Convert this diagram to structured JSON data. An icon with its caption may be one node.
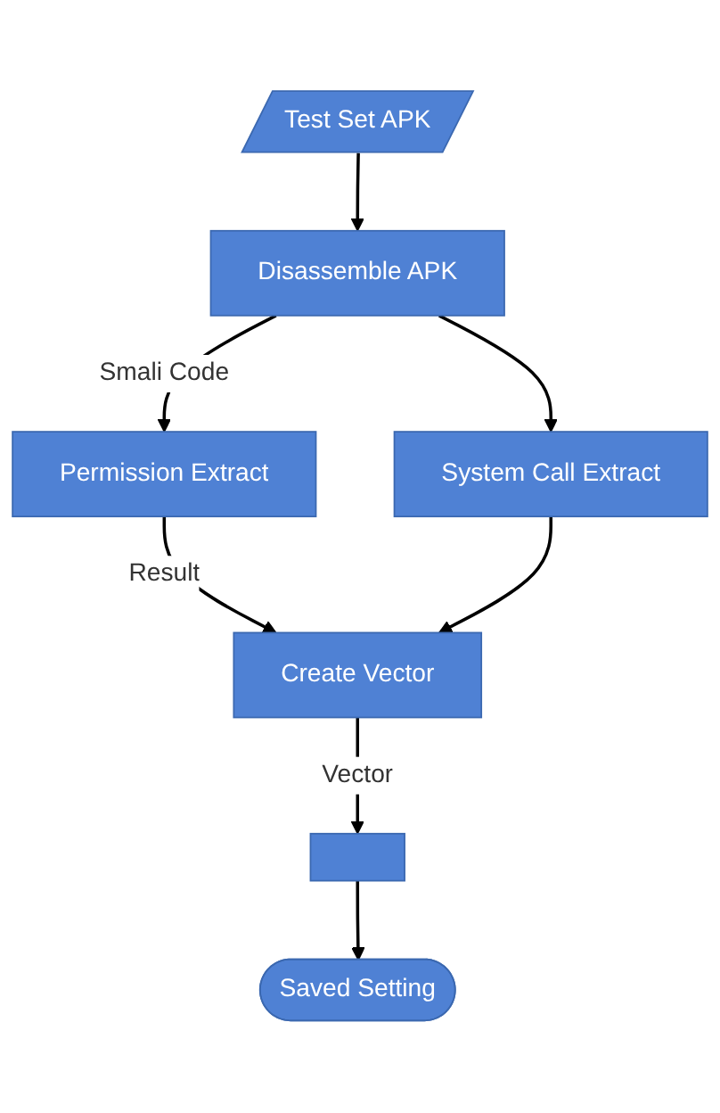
{
  "diagram": {
    "nodes": [
      {
        "text": [
          "Test Set APK"
        ]
      },
      {
        "text": [
          "Disassemble APK"
        ]
      },
      {
        "text": [
          "Permission Extract"
        ]
      },
      {
        "text": [
          "System Call Extract"
        ]
      },
      {
        "text": [
          "Create Vector"
        ]
      },
      {
        "text": [],
        "shape": "box"
      },
      {
        "text": [
          "Saved Setting"
        ]
      }
    ],
    "edges": [
      {
        "from": 0,
        "to": 1,
        "arrow": "to"
      },
      {
        "from": 1,
        "to": 2,
        "arrow": "to",
        "label": "Smali Code"
      },
      {
        "from": 1,
        "to": 3,
        "arrow": "to"
      },
      {
        "from": 2,
        "to": 4,
        "arrow": "to",
        "label": "Result"
      },
      {
        "from": 3,
        "to": 4,
        "arrow": "to"
      },
      {
        "from": 4,
        "to": 5,
        "arrow": "to",
        "label": "Vector"
      },
      {
        "from": 5,
        "to": 6,
        "arrow": "to"
      }
    ]
  }
}
